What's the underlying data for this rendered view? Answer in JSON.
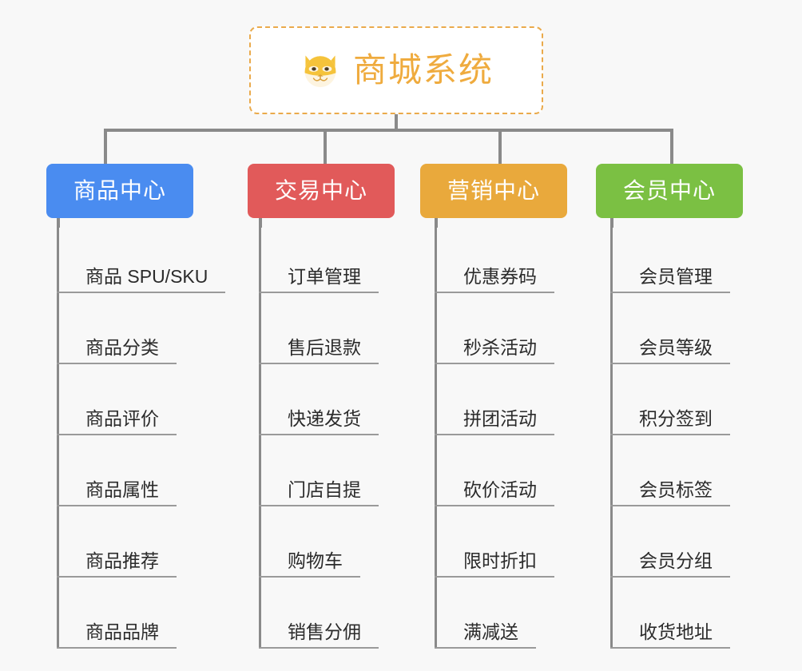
{
  "page": {
    "background_color": "#f8f8f8",
    "connector_color": "#8a8a8a"
  },
  "root": {
    "title": "商城系统",
    "icon": "shiba-dog-icon",
    "text_color": "#efab3e",
    "border_color": "#eaaa4b",
    "background_color": "#ffffff"
  },
  "branches": [
    {
      "id": "product-center",
      "label": "商品中心",
      "color": "#4a8cf0",
      "items": [
        "商品 SPU/SKU",
        "商品分类",
        "商品评价",
        "商品属性",
        "商品推荐",
        "商品品牌"
      ]
    },
    {
      "id": "trade-center",
      "label": "交易中心",
      "color": "#e15a5a",
      "items": [
        "订单管理",
        "售后退款",
        "快递发货",
        "门店自提",
        "购物车",
        "销售分佣"
      ]
    },
    {
      "id": "marketing-center",
      "label": "营销中心",
      "color": "#e9a93c",
      "items": [
        "优惠券码",
        "秒杀活动",
        "拼团活动",
        "砍价活动",
        "限时折扣",
        "满减送"
      ]
    },
    {
      "id": "member-center",
      "label": "会员中心",
      "color": "#7bc043",
      "items": [
        "会员管理",
        "会员等级",
        "积分签到",
        "会员标签",
        "会员分组",
        "收货地址"
      ]
    }
  ]
}
